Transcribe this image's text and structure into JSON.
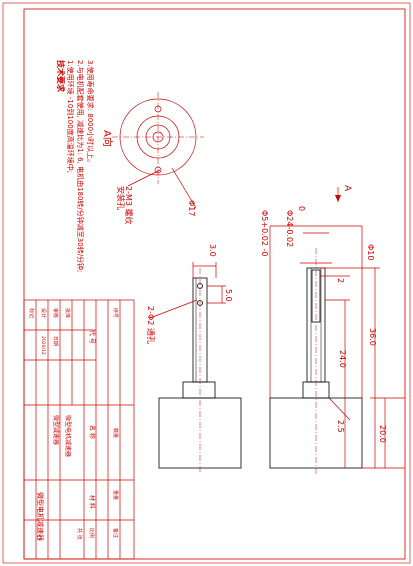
{
  "notes": {
    "title": "技术要求",
    "line1": "1.使用环境 -10到100度高温环境中;",
    "line2": "2.与电机配套使用, 减速比为1: 6, 电机由180转/分钟减至30转/分钟;",
    "line3": "3.使用寿命要求: 8000小时以上。"
  },
  "view_label": "A向",
  "view_arrow": "A",
  "front_view": {
    "diameter": "Φ17",
    "hole_note_1": "2-M3 螺纹",
    "hole_note_2": "安装孔"
  },
  "side_view": {
    "dims": {
      "d5": "Φ5+0.02\n   -0",
      "d24": "Φ24-0.02",
      "d10": "Φ10",
      "l2": "2",
      "l36": "36.0",
      "l24": "24.0",
      "l25": "2.5",
      "l20": "20.0",
      "top0": "0"
    }
  },
  "left_view": {
    "dims": {
      "w30": "3.0",
      "w50": "5.0"
    },
    "hole_note": "2-Φ2 通孔"
  },
  "title_block": {
    "drawing_name": "微型电机减速器",
    "code_label": "代 号",
    "name_label": "名 称",
    "material_label": "材 料",
    "scale_label": "比例",
    "sheet_label": "共 张",
    "mark_label": "标记",
    "date_label": "日期",
    "designer_label": "设计",
    "checker_label": "审核",
    "approve_label": "批准",
    "date_value": "2020/12",
    "part_name": "微型电机减速器",
    "company": "微型减速器",
    "seq_label": "序号",
    "qty_label": "数量",
    "weight_label": "重量",
    "remark_label": "备注"
  }
}
